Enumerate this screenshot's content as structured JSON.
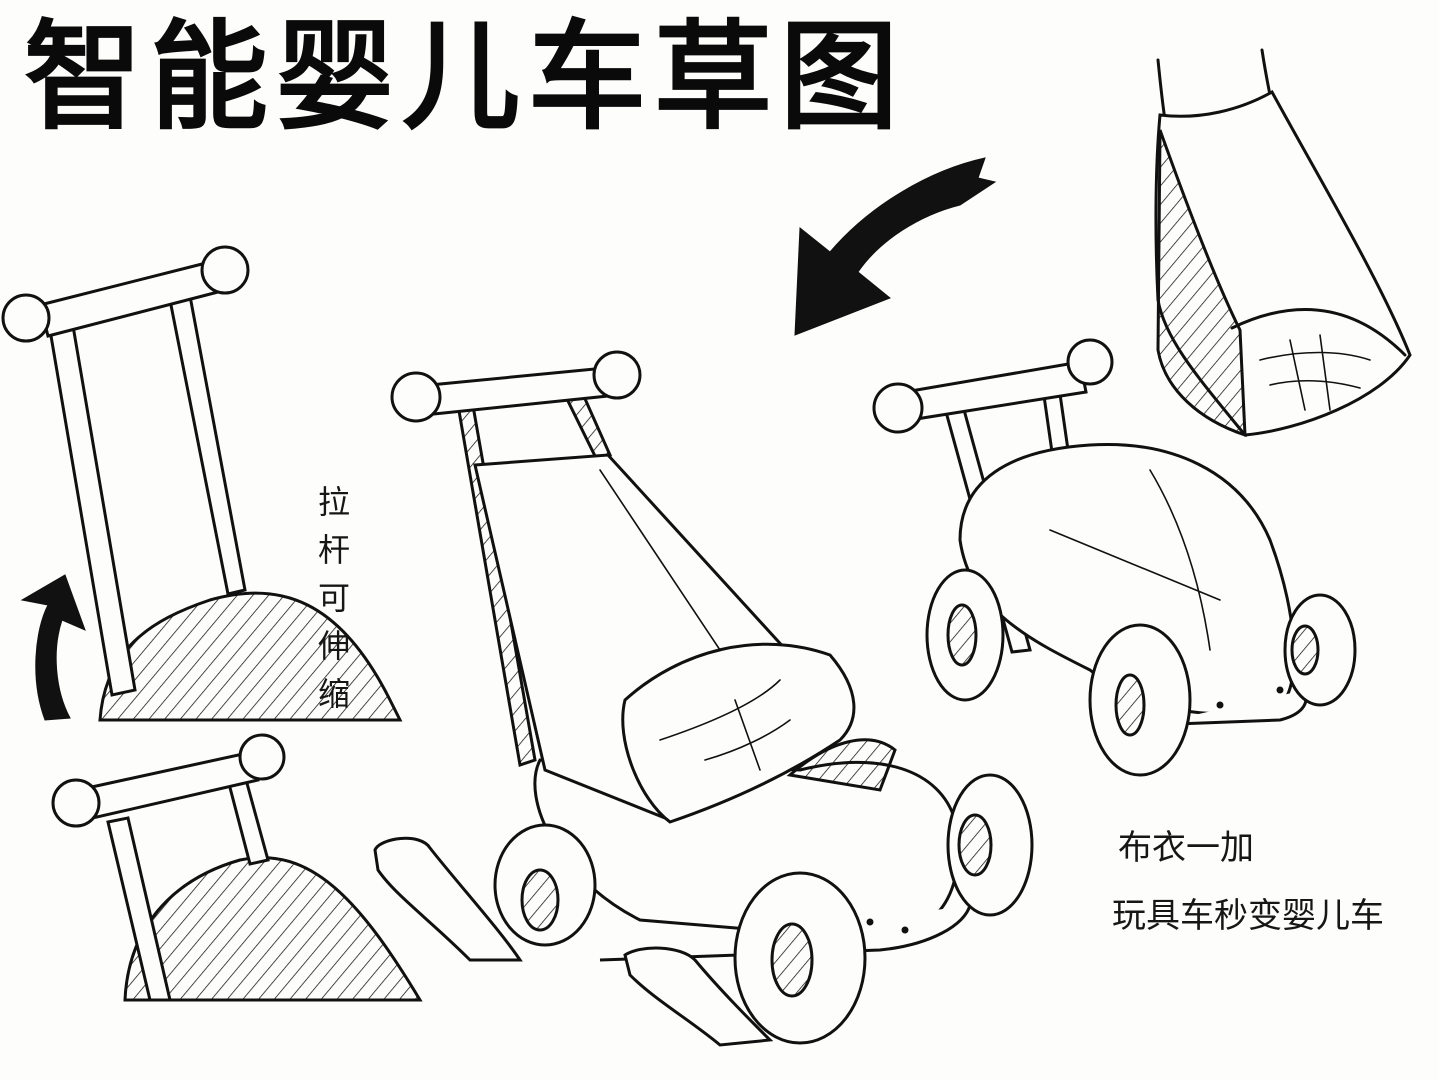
{
  "title": "智能婴儿车草图",
  "notes": {
    "handle_note": "拉杆可伸缩",
    "transform_line1": "布衣一加",
    "transform_line2": "玩具车秒变婴儿车"
  },
  "ink_color": "#111111",
  "paper_color": "#fdfdfb"
}
